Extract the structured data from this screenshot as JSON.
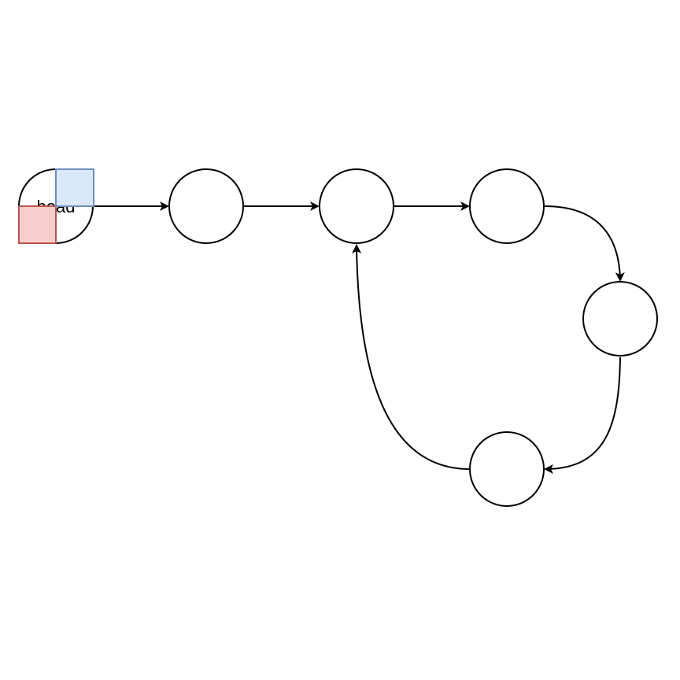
{
  "diagram": {
    "type": "linked-list-cycle",
    "head_label": "head",
    "nodes": [
      {
        "id": "n1",
        "label": ""
      },
      {
        "id": "n2",
        "label": ""
      },
      {
        "id": "n3",
        "label": ""
      },
      {
        "id": "n4",
        "label": ""
      },
      {
        "id": "n5",
        "label": ""
      }
    ],
    "edges": [
      {
        "from": "head",
        "to": "n1"
      },
      {
        "from": "n1",
        "to": "n2"
      },
      {
        "from": "n2",
        "to": "n3"
      },
      {
        "from": "n3",
        "to": "n4"
      },
      {
        "from": "n4",
        "to": "n5"
      },
      {
        "from": "n5",
        "to": "n2"
      }
    ],
    "pointers": [
      {
        "name": "slow-pointer",
        "color": "#f8cecc",
        "border": "#b85450"
      },
      {
        "name": "fast-pointer",
        "color": "#dae8fc",
        "border": "#6c8ebf"
      }
    ]
  }
}
